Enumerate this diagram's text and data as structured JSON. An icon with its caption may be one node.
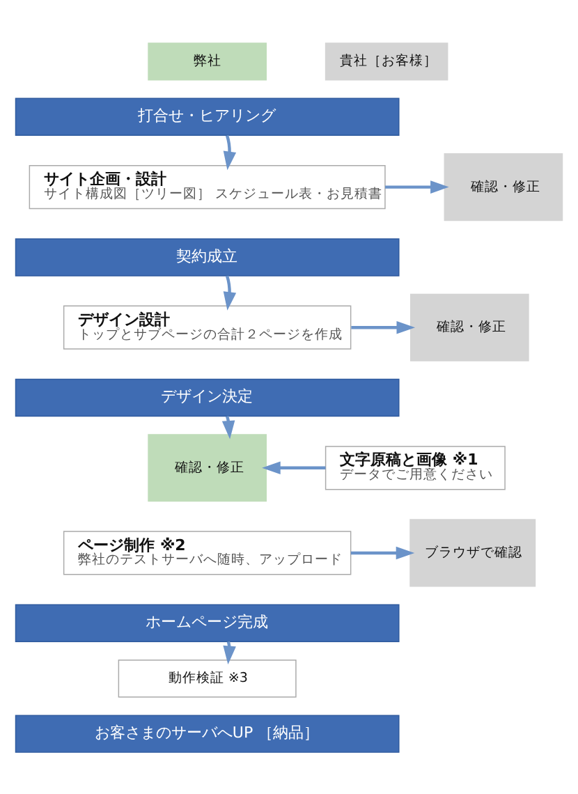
{
  "diagram": {
    "nodes": [
      {
        "text": [
          "弊社"
        ]
      },
      {
        "text": [
          "貴社［お客様］"
        ]
      },
      {
        "text": [
          "打合せ・ヒアリング"
        ]
      },
      {
        "text": [
          "サイト企画・設計",
          "サイト構成図［ツリー図］ スケジュール表・お見積書"
        ]
      },
      {
        "text": [
          "確認・修正"
        ]
      },
      {
        "text": [
          "契約成立"
        ]
      },
      {
        "text": [
          "デザイン設計",
          "トップとサブページの合計２ページを作成"
        ]
      },
      {
        "text": [
          "確認・修正"
        ]
      },
      {
        "text": [
          "デザイン決定"
        ]
      },
      {
        "text": [
          "確認・修正"
        ]
      },
      {
        "text": [
          "文字原稿と画像 ※1",
          "データでご用意ください"
        ]
      },
      {
        "text": [
          "ページ制作 ※2",
          "弊社のテストサーバへ随時、アップロード"
        ]
      },
      {
        "text": [
          "ブラウザで確認"
        ]
      },
      {
        "text": [
          "ホームページ完成"
        ]
      },
      {
        "text": [
          "動作検証 ※3"
        ]
      },
      {
        "text": [
          "お客さまのサーバへUP ［納品］"
        ]
      }
    ],
    "edges": [
      {
        "from": 2,
        "to": 3,
        "arrow": "to"
      },
      {
        "from": 3,
        "to": 4,
        "arrow": "to"
      },
      {
        "from": 5,
        "to": 6,
        "arrow": "to"
      },
      {
        "from": 6,
        "to": 7,
        "arrow": "to"
      },
      {
        "from": 8,
        "to": 9,
        "arrow": "to"
      },
      {
        "from": 10,
        "to": 9,
        "arrow": "to"
      },
      {
        "from": 11,
        "to": 12,
        "arrow": "to"
      },
      {
        "from": 13,
        "to": 14,
        "arrow": "to"
      }
    ]
  }
}
